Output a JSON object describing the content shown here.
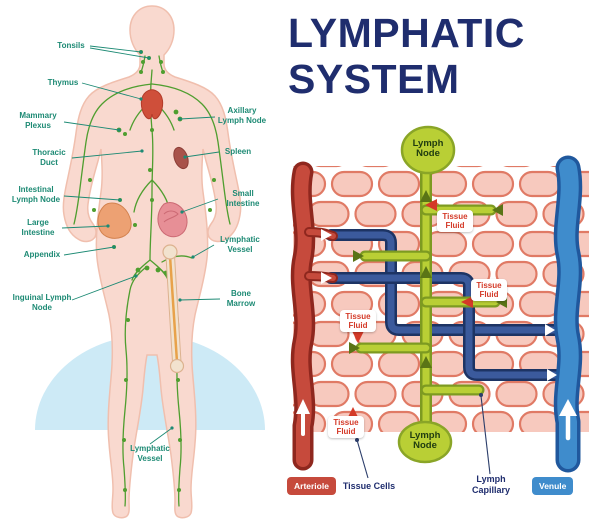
{
  "colors": {
    "title": "#1f2d6e",
    "label_teal": "#1d8a74",
    "vessel_green": "#4f9e2f",
    "lymph_green": "#b9cf35",
    "lymph_green_dark": "#7d9a21",
    "arteriole_red": "#c64a3c",
    "arteriole_red_dark": "#8f271e",
    "venule_blue": "#3f8ccc",
    "venule_blue_dark": "#20589d",
    "capillary_navy": "#1d3464",
    "capillary_navy_light": "#3b5a9c",
    "tissue_cell_fill": "#f7c9be",
    "tissue_cell_border": "#e07a65",
    "tissue_fluid_red": "#d43a28",
    "body_fill": "#f9d9cf",
    "body_outline": "#f0bfae",
    "floor_blue": "#cdeaf6",
    "bone_fill": "#f2e2ce",
    "bone_outline": "#dcb28f",
    "marrow_orange": "#e8a24a"
  },
  "title": {
    "line1": "LYMPHATIC",
    "line2": "SYSTEM"
  },
  "anatomy": {
    "labels": [
      {
        "id": "tonsils",
        "text": "Tonsils"
      },
      {
        "id": "thymus",
        "text": "Thymus"
      },
      {
        "id": "mammary-plexus",
        "text": "Mammary Plexus"
      },
      {
        "id": "axillary-lymph-node",
        "text": "Axillary Lymph Node"
      },
      {
        "id": "thoracic-duct",
        "text": "Thoracic Duct"
      },
      {
        "id": "spleen",
        "text": "Spleen"
      },
      {
        "id": "intestinal-lymph-node",
        "text": "Intestinal Lymph Node"
      },
      {
        "id": "small-intestine",
        "text": "Small Intestine"
      },
      {
        "id": "large-intestine",
        "text": "Large Intestine"
      },
      {
        "id": "lymphatic-vessel-upper",
        "text": "Lymphatic Vessel"
      },
      {
        "id": "appendix",
        "text": "Appendix"
      },
      {
        "id": "bone-marrow",
        "text": "Bone Marrow"
      },
      {
        "id": "inguinal-lymph-node",
        "text": "Inguinal Lymph Node"
      },
      {
        "id": "lymphatic-vessel-lower",
        "text": "Lymphatic Vessel"
      }
    ]
  },
  "microdiagram": {
    "lymph_node_top": "Lymph Node",
    "lymph_node_bottom": "Lymph Node",
    "tissue_fluid": "Tissue Fluid",
    "legend": {
      "arteriole": "Arteriole",
      "tissue_cells": "Tissue Cells",
      "lymph_capillary": "Lymph Capillary",
      "venule": "Venule"
    }
  }
}
